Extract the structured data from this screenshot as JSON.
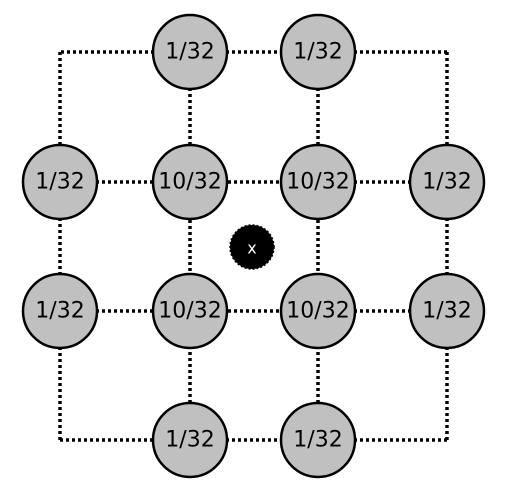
{
  "diagram": {
    "node_fill": "#c0c0c0",
    "node_stroke": "#000000",
    "edge_color": "#000000",
    "edge_style": "dotted",
    "center_label": "x",
    "center_fill": "#000000",
    "nodes": [
      {
        "id": "top-left",
        "label": "1/32"
      },
      {
        "id": "top-right",
        "label": "1/32"
      },
      {
        "id": "upper-far-left",
        "label": "1/32"
      },
      {
        "id": "upper-inner-left",
        "label": "10/32"
      },
      {
        "id": "upper-inner-right",
        "label": "10/32"
      },
      {
        "id": "upper-far-right",
        "label": "1/32"
      },
      {
        "id": "lower-far-left",
        "label": "1/32"
      },
      {
        "id": "lower-inner-left",
        "label": "10/32"
      },
      {
        "id": "lower-inner-right",
        "label": "10/32"
      },
      {
        "id": "lower-far-right",
        "label": "1/32"
      },
      {
        "id": "bottom-left",
        "label": "1/32"
      },
      {
        "id": "bottom-right",
        "label": "1/32"
      }
    ]
  }
}
